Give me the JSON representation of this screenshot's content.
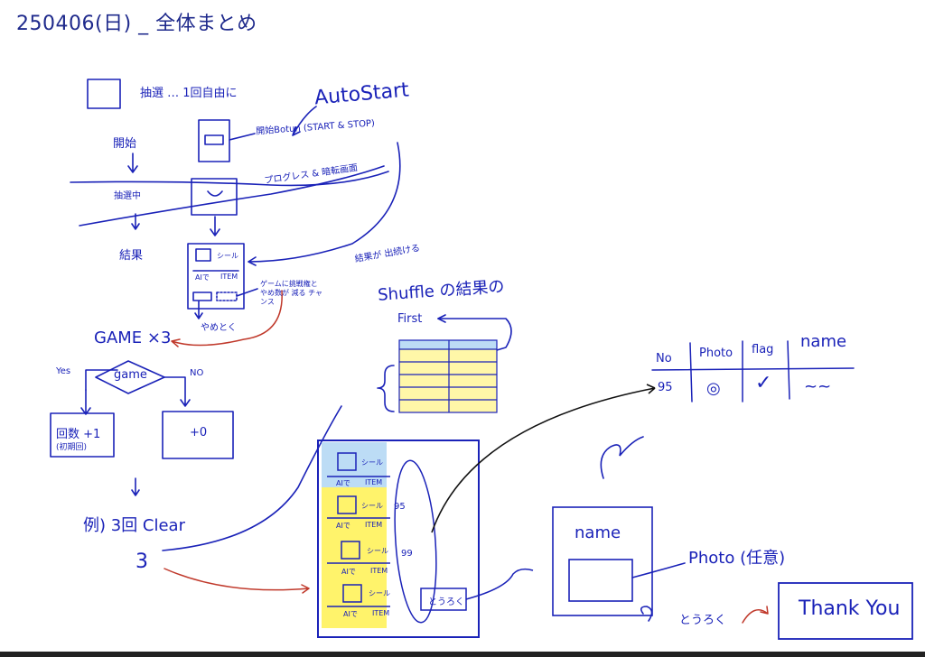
{
  "title": "250406(日) _ 全体まとめ",
  "flow": {
    "lottery_note": "抽選 … 1回自由に",
    "auto_start": "AutoStart",
    "start_step": "開始",
    "start_button_note": "開始Botun (START & STOP)",
    "lottery_in_progress": "抽選中",
    "progress_note": "プログレス & 暗転画面",
    "result_step": "結果",
    "card_label": "シール",
    "card_ai": "AIで",
    "card_item": "ITEM",
    "challenge_note": "ゲームに挑戦権と やめ数が 減る チャンス",
    "quit_label": "やめとく",
    "game_times": "GAME ×3",
    "decision": "game",
    "yes": "Yes",
    "no": "NO",
    "yes_box": "回数 +1",
    "yes_box_sub": "(初期回)",
    "no_box": "+0",
    "clear_note": "例) 3回 Clear",
    "three": "3"
  },
  "shuffle": {
    "continue_note": "結果が 出続ける",
    "title": "Shuffle の結果の",
    "first": "First"
  },
  "list": {
    "numbers": [
      "95",
      "99"
    ],
    "button": "とうろく"
  },
  "record_table": {
    "headers": [
      "No",
      "Photo",
      "flag",
      "name"
    ],
    "row": [
      "95",
      "◎",
      "✓",
      "~~"
    ]
  },
  "register_card": {
    "name": "name",
    "photo": "Photo (任意)",
    "button": "とうろく"
  },
  "thank_you": "Thank You",
  "colors": {
    "ink": "#1a22b8",
    "red": "#c0392b",
    "highlight_yellow": "#fff36b",
    "highlight_blue": "#bcdcf5",
    "table_yellow": "#fff7a8"
  }
}
